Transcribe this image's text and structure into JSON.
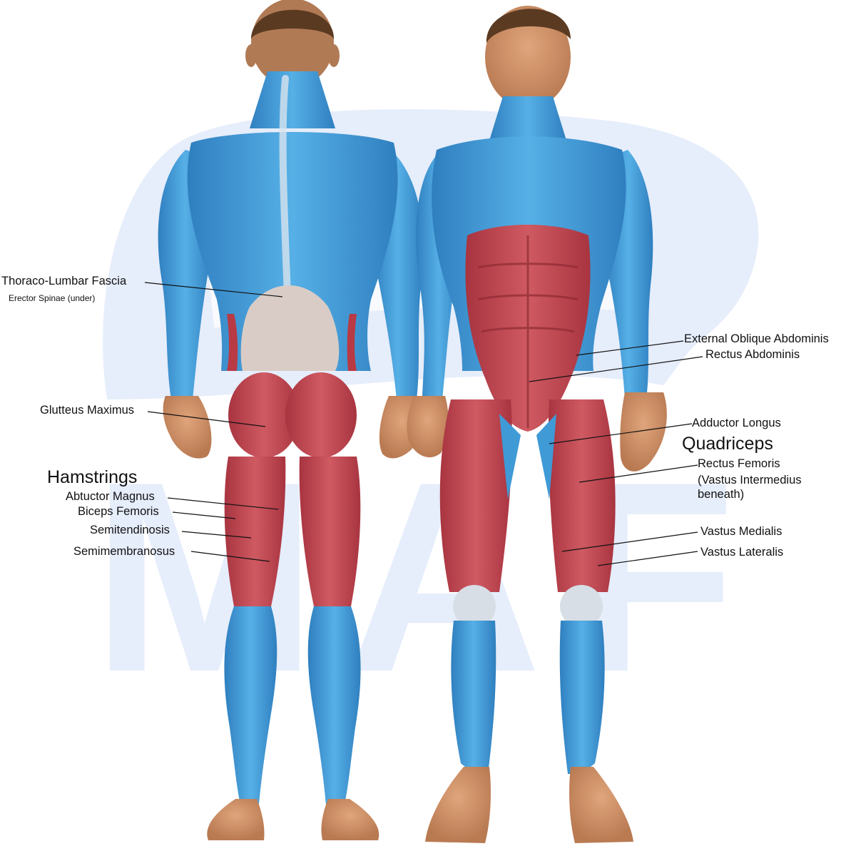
{
  "watermark": {
    "text": "MAF",
    "color": "#e6edfb"
  },
  "colors": {
    "skin_muscle_blue": "#3f9ad6",
    "target_muscle_red": "#c0404b",
    "tendon_white": "#d7dee6",
    "skin": "#c98d64",
    "hair": "#5b3a22"
  },
  "figures": {
    "back_view": "posterior-body",
    "front_view": "anterior-body"
  },
  "labels": {
    "thoraco_lumbar_fascia": "Thoraco-Lumbar Fascia",
    "erector_spinae": "Erector Spinae (under)",
    "glutteus_maximus": "Glutteus Maximus",
    "hamstrings": "Hamstrings",
    "abtuctor_magnus": "Abtuctor Magnus",
    "biceps_femoris": "Biceps Femoris",
    "semitendinosis": "Semitendinosis",
    "semimembranosus": "Semimembranosus",
    "external_oblique": "External Oblique Abdominis",
    "rectus_abdominis": "Rectus Abdominis",
    "adductor_longus": "Adductor Longus",
    "quadriceps": "Quadriceps",
    "rectus_femoris": "Rectus Femoris",
    "vastus_intermedius": "(Vastus Intermedius\n beneath)",
    "vastus_medialis": "Vastus Medialis",
    "vastus_lateralis": "Vastus Lateralis"
  }
}
